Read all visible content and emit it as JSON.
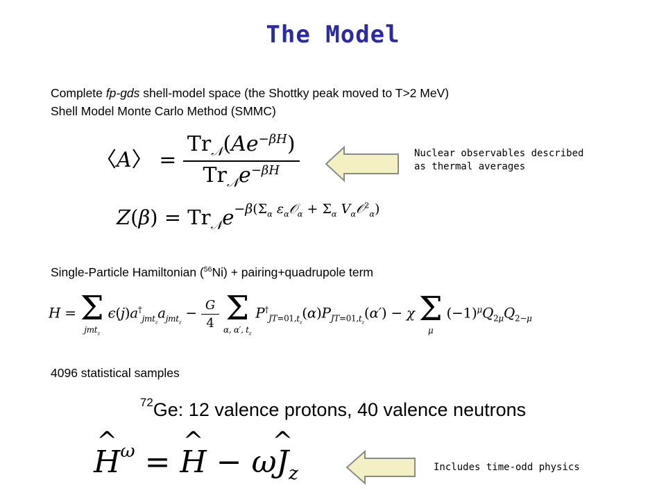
{
  "title": "The Model",
  "line1": {
    "prefix": "Complete ",
    "italic": "fp-gds",
    "suffix": " shell-model space (the Shottky peak moved to T>2 MeV)"
  },
  "line2": "Shell Model Monte Carlo Method (SMMC)",
  "note1": {
    "line_a": "Nuclear observables described",
    "line_b": "as thermal averages"
  },
  "hamiltonian_line": {
    "prefix": "Single-Particle Hamiltonian (",
    "mass": "56",
    "element": "Ni) + pairing+quadrupole  term"
  },
  "samples": "4096 statistical samples",
  "headline": {
    "mass": "72",
    "text": "Ge: 12 valence protons, 40 valence neutrons"
  },
  "note2": "Includes time-odd physics",
  "colors": {
    "title": "#2a2aa8",
    "arrow_fill": "#f3f0c4",
    "arrow_stroke": "#8a8a8a"
  }
}
